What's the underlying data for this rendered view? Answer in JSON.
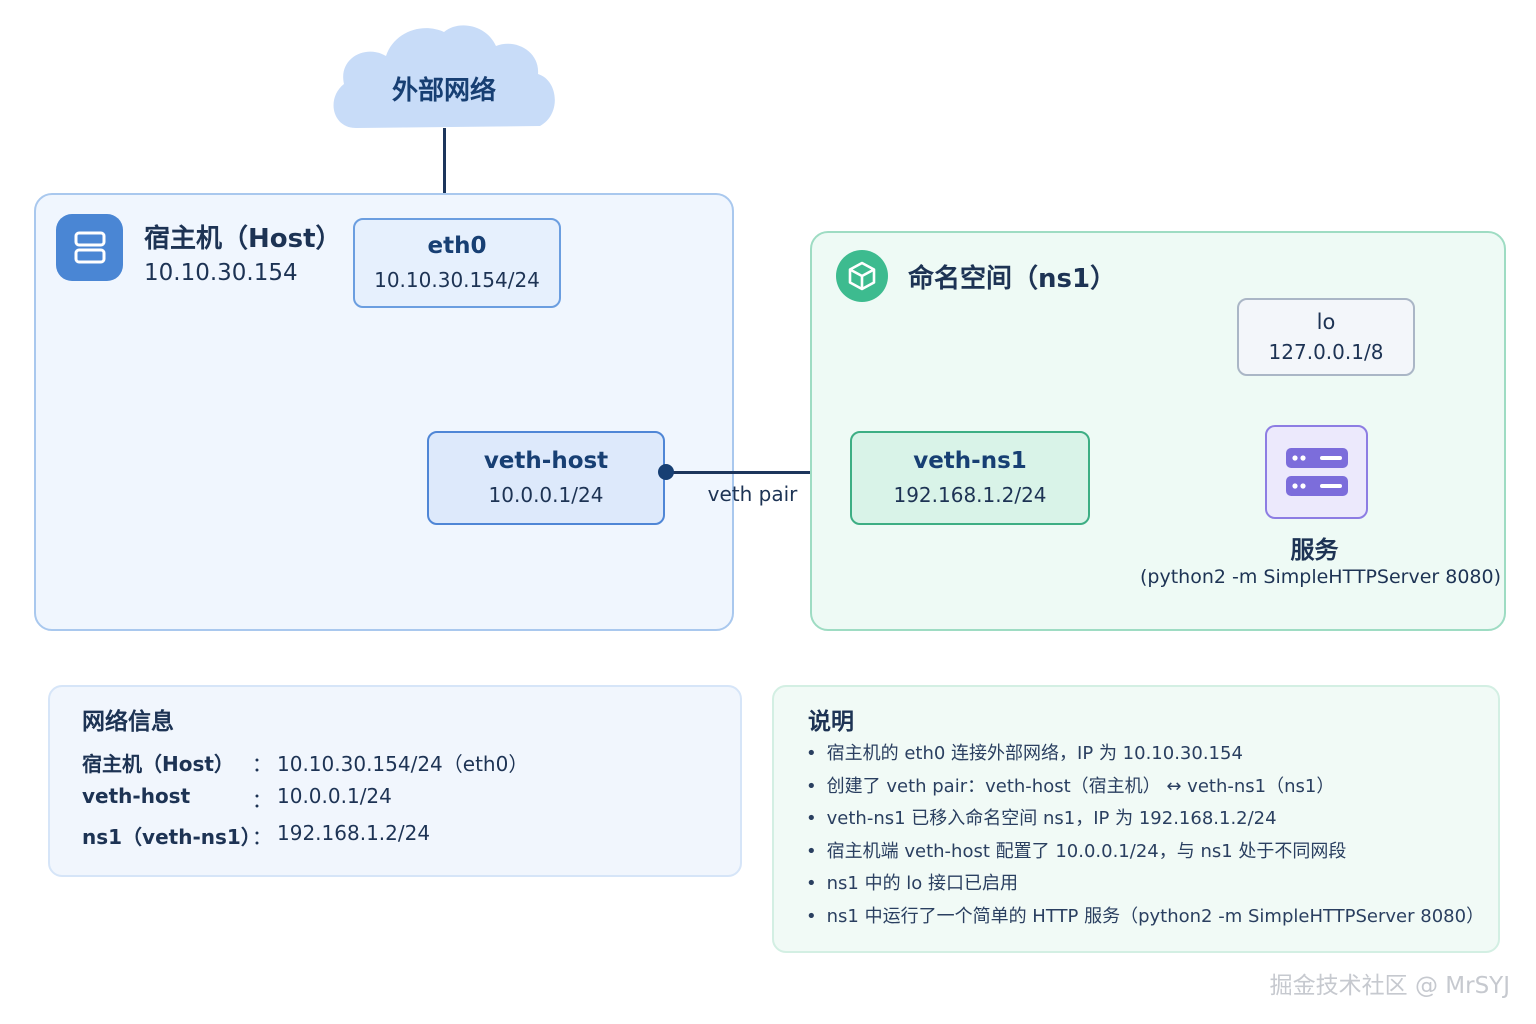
{
  "cloud": {
    "label": "外部网络"
  },
  "host": {
    "title": "宿主机（Host）",
    "ip": "10.10.30.154",
    "eth0": {
      "name": "eth0",
      "addr": "10.10.30.154/24"
    },
    "veth": {
      "name": "veth-host",
      "addr": "10.0.0.1/24"
    }
  },
  "link": {
    "label": "veth pair"
  },
  "namespace": {
    "title": "命名空间（ns1）",
    "lo": {
      "name": "lo",
      "addr": "127.0.0.1/8"
    },
    "veth": {
      "name": "veth-ns1",
      "addr": "192.168.1.2/24"
    },
    "service": {
      "title": "服务",
      "command": "(python2 -m SimpleHTTPServer 8080)"
    }
  },
  "network_info": {
    "title": "网络信息",
    "separator": "：",
    "rows": [
      {
        "key": "宿主机（Host）",
        "value": "10.10.30.154/24（eth0）"
      },
      {
        "key": "veth-host",
        "value": "10.0.0.1/24"
      },
      {
        "key": "ns1（veth-ns1）",
        "value": "192.168.1.2/24"
      }
    ]
  },
  "notes": {
    "title": "说明",
    "items": [
      "宿主机的 eth0 连接外部网络，IP 为 10.10.30.154",
      "创建了 veth pair：veth-host（宿主机） ↔ veth-ns1（ns1）",
      "veth-ns1 已移入命名空间 ns1，IP 为 192.168.1.2/24",
      "宿主机端 veth-host 配置了 10.0.0.1/24，与 ns1 处于不同网段",
      "ns1 中的 lo 接口已启用",
      "ns1 中运行了一个简单的 HTTP 服务（python2 -m SimpleHTTPServer 8080）"
    ]
  },
  "watermark": "掘金技术社区 @ MrSYJ",
  "icons": {
    "host": "server-icon",
    "namespace": "cube-icon",
    "service": "server-rack-icon",
    "cloud": "cloud-icon"
  },
  "colors": {
    "host_accent": "#4a86d4",
    "namespace_accent": "#3dbb8f",
    "service_accent": "#8d7de3",
    "link": "#1c355c"
  }
}
